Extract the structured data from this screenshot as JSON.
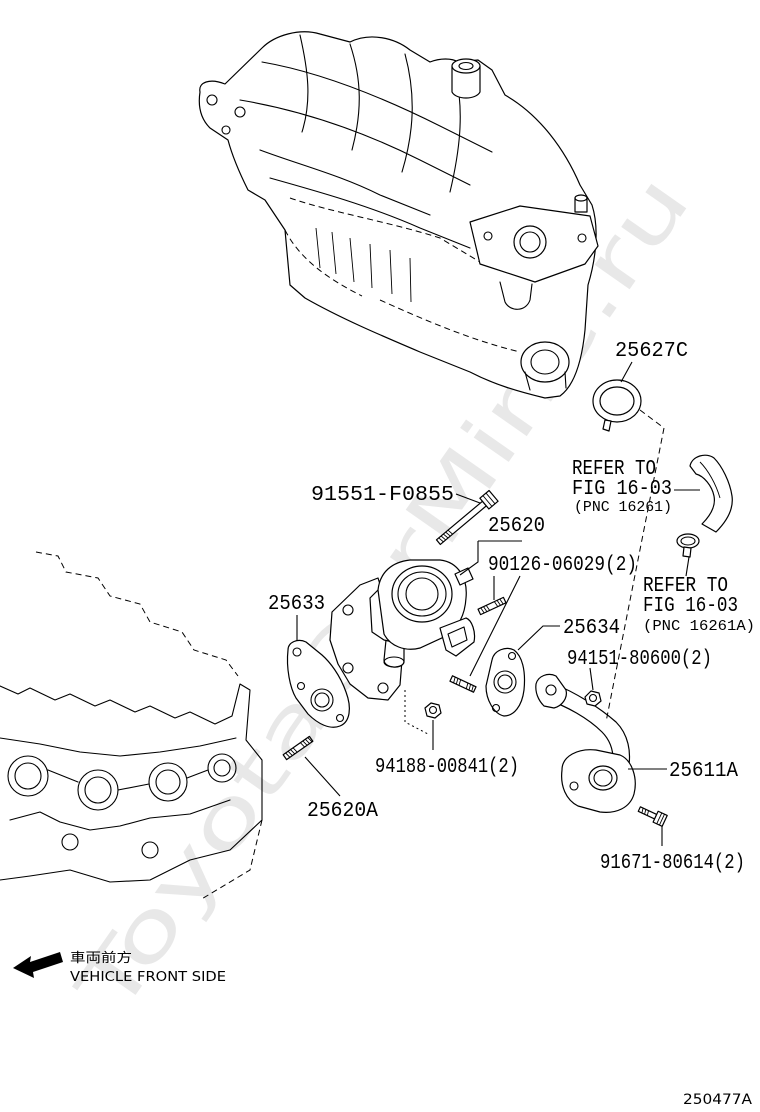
{
  "diagram": {
    "part_labels": {
      "gasket_top": "25627C",
      "bolt_long": "91551-F0855",
      "egr_valve": "25620",
      "stud_valve": "90126-06029(2)",
      "gasket_left": "25633",
      "gasket_right": "25634",
      "nut_pipe": "94151-80600(2)",
      "nut_valve": "94188-00841(2)",
      "egr_pipe": "25611A",
      "stud_block": "25620A",
      "bolt_pipe": "91671-80614(2)"
    },
    "references": [
      {
        "line1": "REFER TO",
        "line2": "FIG 16-03",
        "line3": "(PNC 16261)"
      },
      {
        "line1": "REFER TO",
        "line2": "FIG 16-03",
        "line3": "(PNC 16261A)"
      }
    ],
    "direction": {
      "label_jp": "車両前方",
      "label_en": "VEHICLE FRONT SIDE",
      "icon": "arrow-left-icon"
    },
    "figure_code": "250477A",
    "watermark": "ToyotaCarMine.ru"
  },
  "colors": {
    "line": "#000000",
    "background": "#ffffff",
    "watermark": "#e8e8e8"
  }
}
